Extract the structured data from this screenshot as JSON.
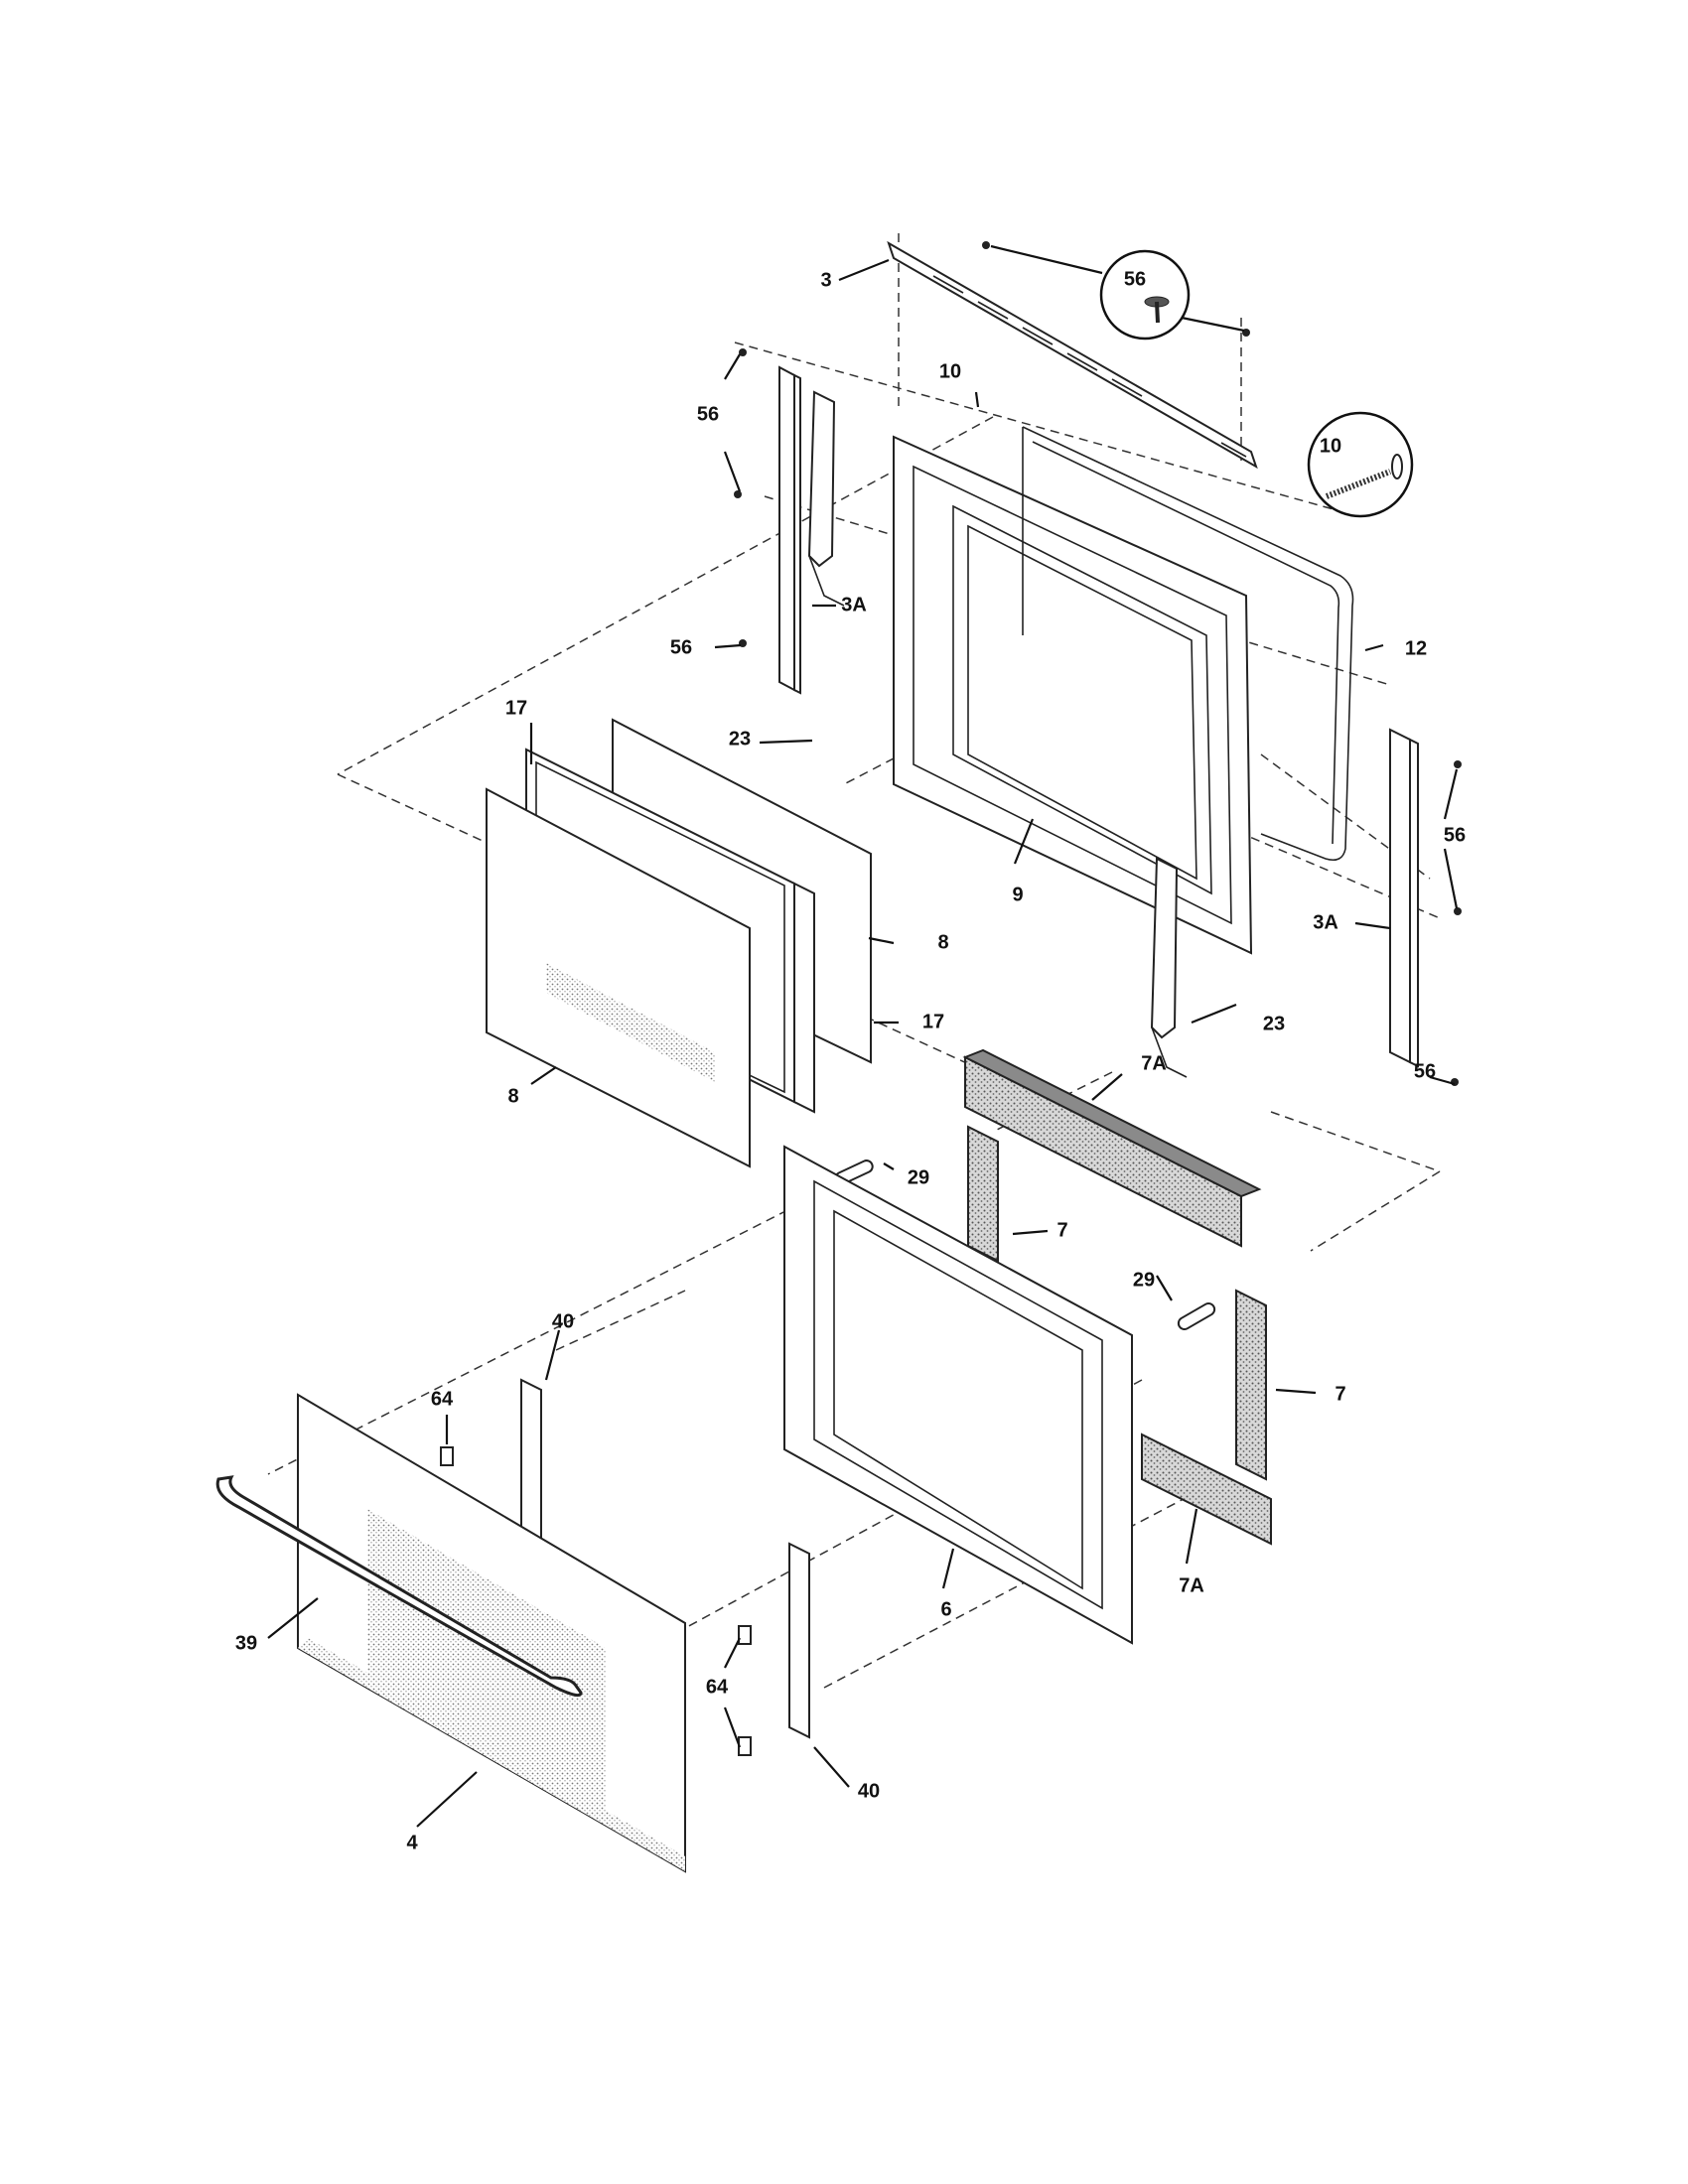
{
  "diagram": {
    "labels": {
      "l3": "3",
      "l56_callout": "56",
      "l10_top": "10",
      "l10_callout": "10",
      "l56_left_top": "56",
      "l3A_left": "3A",
      "l56_left_mid": "56",
      "l12": "12",
      "l17_top": "17",
      "l23_left": "23",
      "l56_right_top": "56",
      "l3A_right": "3A",
      "l9": "9",
      "l8_right": "8",
      "l17_right": "17",
      "l23_right": "23",
      "l8_left": "8",
      "l56_right_bottom": "56",
      "l7A_top": "7A",
      "l29_top": "29",
      "l7_top": "7",
      "l29_right": "29",
      "l40_top": "40",
      "l7_right": "7",
      "l64_top": "64",
      "l39": "39",
      "l7A_bottom": "7A",
      "l6": "6",
      "l64_bottom": "64",
      "l40_bottom": "40",
      "l4": "4"
    }
  }
}
